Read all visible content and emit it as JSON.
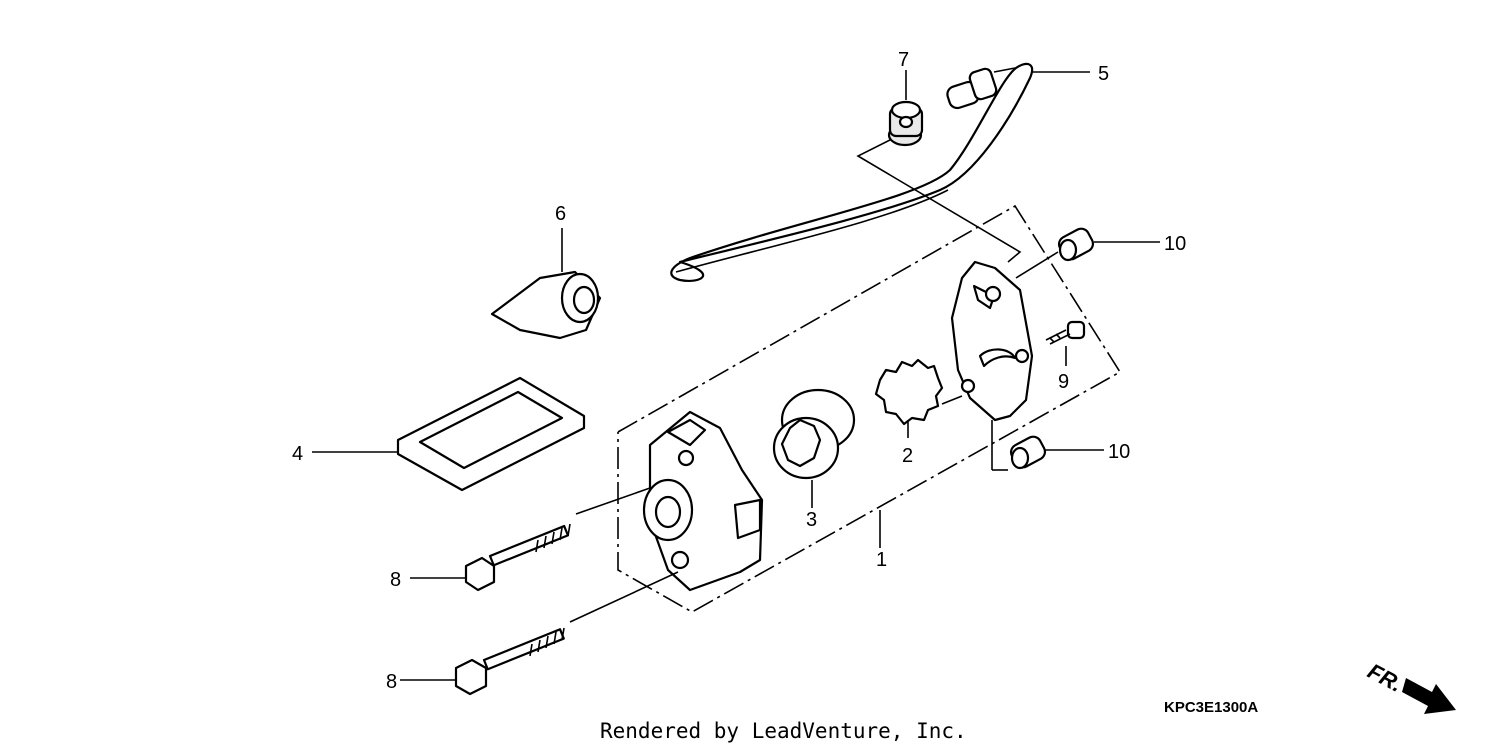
{
  "diagram": {
    "callouts": {
      "c1": "1",
      "c2": "2",
      "c3": "3",
      "c4": "4",
      "c5": "5",
      "c6": "6",
      "c7": "7",
      "c8a": "8",
      "c8b": "8",
      "c9": "9",
      "c10a": "10",
      "c10b": "10"
    },
    "direction_label": "FR.",
    "diagram_code": "KPC3E1300A",
    "footer": "Rendered by LeadVenture, Inc."
  }
}
